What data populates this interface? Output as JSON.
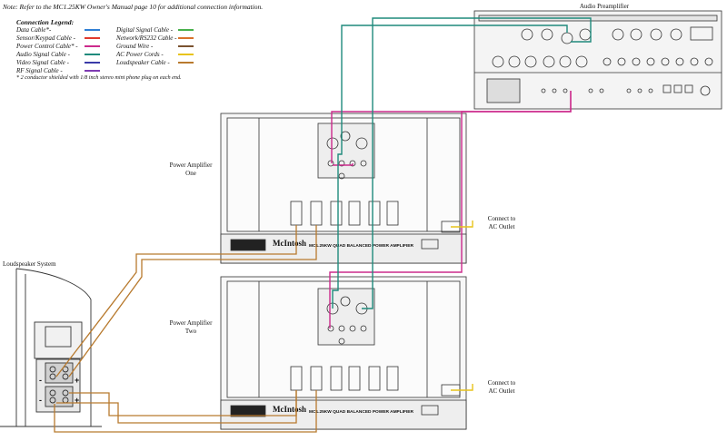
{
  "note": "Note: Refer to the MC1.25KW Owner's Manual page 10 for additional connection information.",
  "legend": {
    "title": "Connection Legend:",
    "left_items": [
      {
        "label": "Data Cable*-",
        "color": "#2f7fd4"
      },
      {
        "label": "Sensor/Keypad Cable -",
        "color": "#e03a2e"
      },
      {
        "label": "Power Control Cable* -",
        "color": "#cc2a8c"
      },
      {
        "label": "Audio Signal Cable -",
        "color": "#1f8a7c"
      },
      {
        "label": "Video Signal Cable -",
        "color": "#3a3aa8"
      },
      {
        "label": "RF Signal Cable -",
        "color": "#7e3bb2"
      }
    ],
    "right_items": [
      {
        "label": "Digital Signal Cable -",
        "color": "#48b04c"
      },
      {
        "label": "Network/RS232 Cable -",
        "color": "#d9722b"
      },
      {
        "label": "Ground Wire -",
        "color": "#7a5230"
      },
      {
        "label": "AC Power Cords -",
        "color": "#e8c31a"
      },
      {
        "label": "Loudspeaker Cable -",
        "color": "#b87a2e"
      }
    ],
    "footnote": "* 2 conductor shielded with 1/8 inch stereo mini phone plug on each end."
  },
  "labels": {
    "preamp": "Audio Preamplifier",
    "amp_one_line1": "Power Amplifier",
    "amp_one_line2": "One",
    "amp_two_line1": "Power Amplifier",
    "amp_two_line2": "Two",
    "loudspeaker": "Loudspeaker System",
    "connect1_line1": "Connect to",
    "connect1_line2": "AC Outlet",
    "connect2_line1": "Connect to",
    "connect2_line2": "AC Outlet"
  },
  "amplifier": {
    "brand": "McIntosh",
    "model": "MC1.25KW QUAD BALANCED POWER AMPLIFIER"
  },
  "terminal_signs": {
    "minus": "-",
    "plus": "+"
  }
}
